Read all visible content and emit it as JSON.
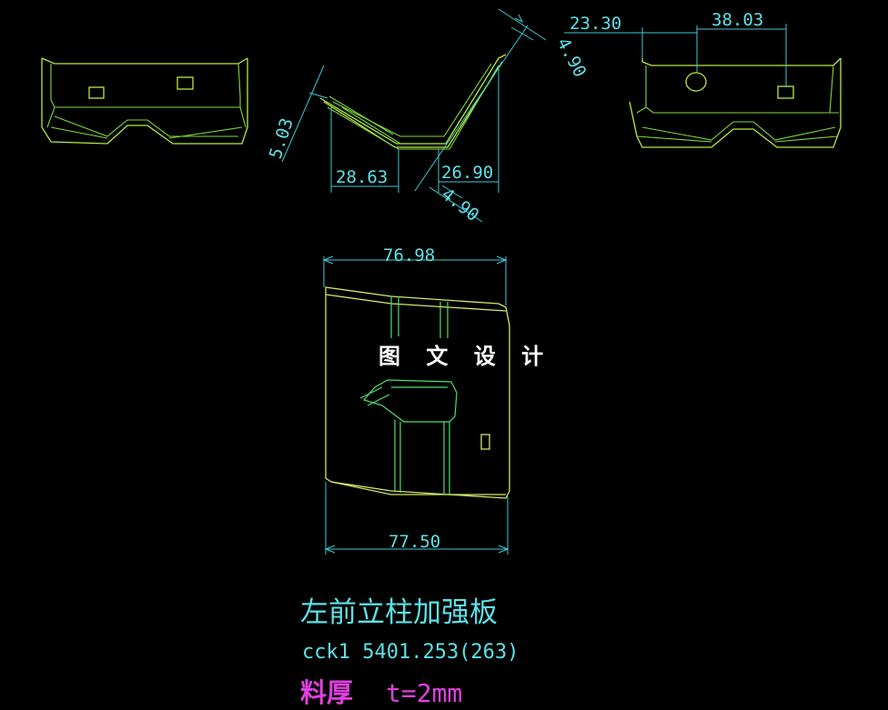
{
  "colors": {
    "background": "#000000",
    "dimension": "#5ce1e6",
    "part_outline": "#b6ea3c",
    "flat_outline": "#cfe86a",
    "thickness": "#e040e0",
    "watermark": "#ffffff"
  },
  "dimensions": {
    "top_left_width": "23.30",
    "top_right_width": "38.03",
    "section_depth_right": "4.90",
    "section_height_left": "5.03",
    "section_bottom_left": "28.63",
    "section_bottom_right": "26.90",
    "section_depth_lower": "4.90",
    "flat_top_width": "76.98",
    "flat_bottom_width": "77.50"
  },
  "watermark": "图 文 设 计",
  "title_block": {
    "part_name": "左前立柱加强板",
    "part_code": "cck1  5401.253(263)",
    "thickness_label": "料厚",
    "thickness_value": "t=2mm"
  }
}
